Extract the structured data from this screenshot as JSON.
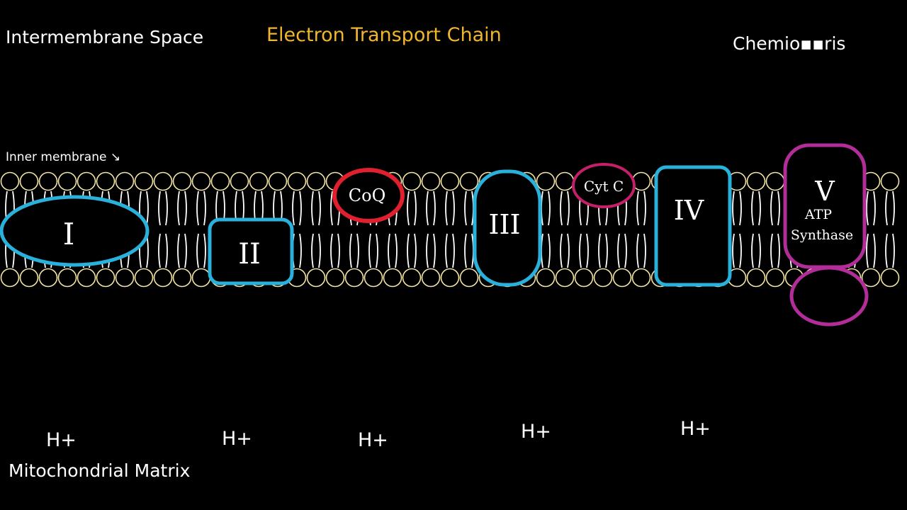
{
  "labels": {
    "intermembrane_space": "Intermembrane Space",
    "title": "Electron Transport Chain",
    "chemiosmosis": "Chemio▪▪ris",
    "inner_membrane": "Inner membrane ↘",
    "mitochondrial_matrix": "Mitochondrial Matrix"
  },
  "complexes": {
    "complex_1": "I",
    "complex_2": "II",
    "coq": "CoQ",
    "complex_3": "III",
    "cytc": "Cyt C",
    "complex_4": "IV",
    "complex_5": "V",
    "atp_synthase_line1": "ATP",
    "atp_synthase_line2": "Synthase"
  },
  "protons": [
    "H+",
    "H+",
    "H+",
    "H+",
    "H+"
  ],
  "colors": {
    "background": "#000000",
    "title": "#f1b52f",
    "lipid_head": "#f3e3a6",
    "complex_outline": "#29b1dc",
    "coq_outline": "#e0202e",
    "cytc_outline": "#c61f6a",
    "atp_synthase_outline": "#b22d98",
    "text": "#ffffff"
  }
}
